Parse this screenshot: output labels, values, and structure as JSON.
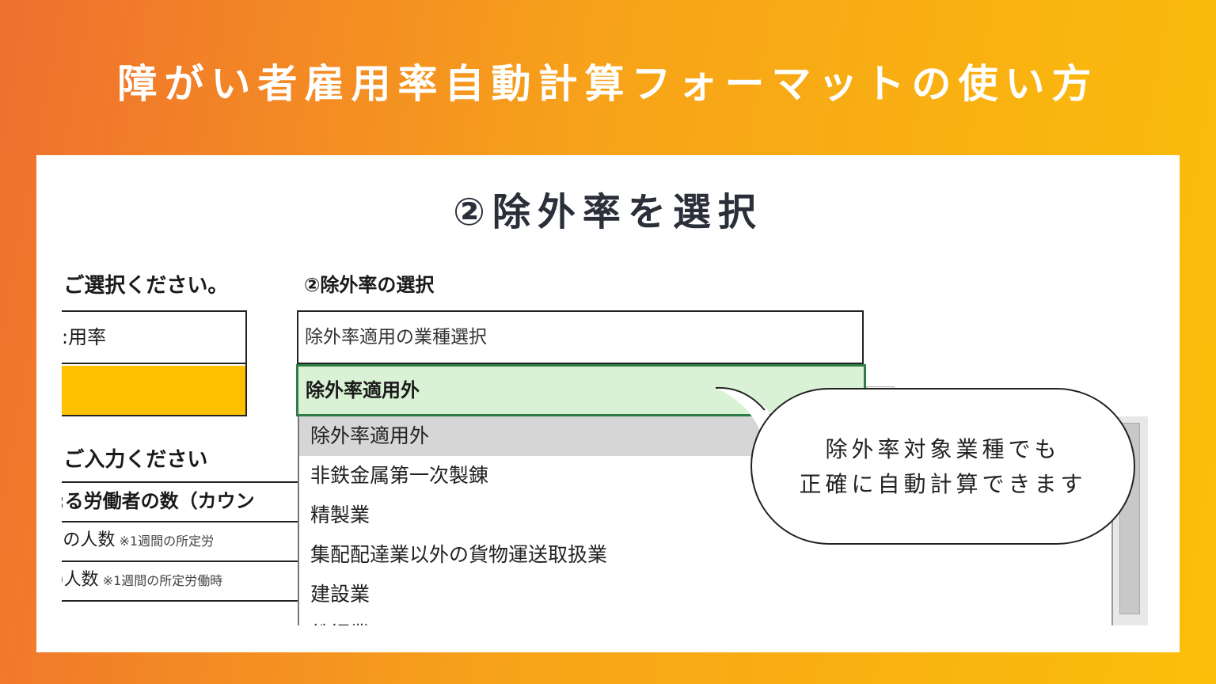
{
  "banner": {
    "title": "障がい者雇用率自動計算フォーマットの使い方"
  },
  "step": {
    "title": "②除外率を選択"
  },
  "sheet": {
    "left_heading": ":ご選択ください。",
    "left_box_label": ":用率",
    "left_heading2": ":ご入力ください",
    "left_rows": [
      {
        "text": ":る労働者の数（カウン"
      },
      {
        "text": ":の人数",
        "note": " ※1週間の所定労"
      },
      {
        "text": ")人数",
        "note": " ※1週間の所定労働時"
      }
    ],
    "right_heading": "②除外率の選択",
    "select_value": "除外率適用の業種選択",
    "selected_cell": "除外率適用外",
    "dropdown_items": [
      "除外率適用外",
      "非鉄金属第一次製錬",
      "精製業",
      "集配配達業以外の貨物運送取扱業",
      "建設業",
      "鉄鋼業"
    ]
  },
  "callout": {
    "line1": "除外率対象業種でも",
    "line2": "正確に自動計算できます"
  },
  "colors": {
    "gradient_start": "#ef6f2f",
    "gradient_end": "#fbbf0a",
    "selected_fill": "#d9f1d4",
    "selected_border": "#2e7d46",
    "yellow_cell": "#ffc000"
  }
}
